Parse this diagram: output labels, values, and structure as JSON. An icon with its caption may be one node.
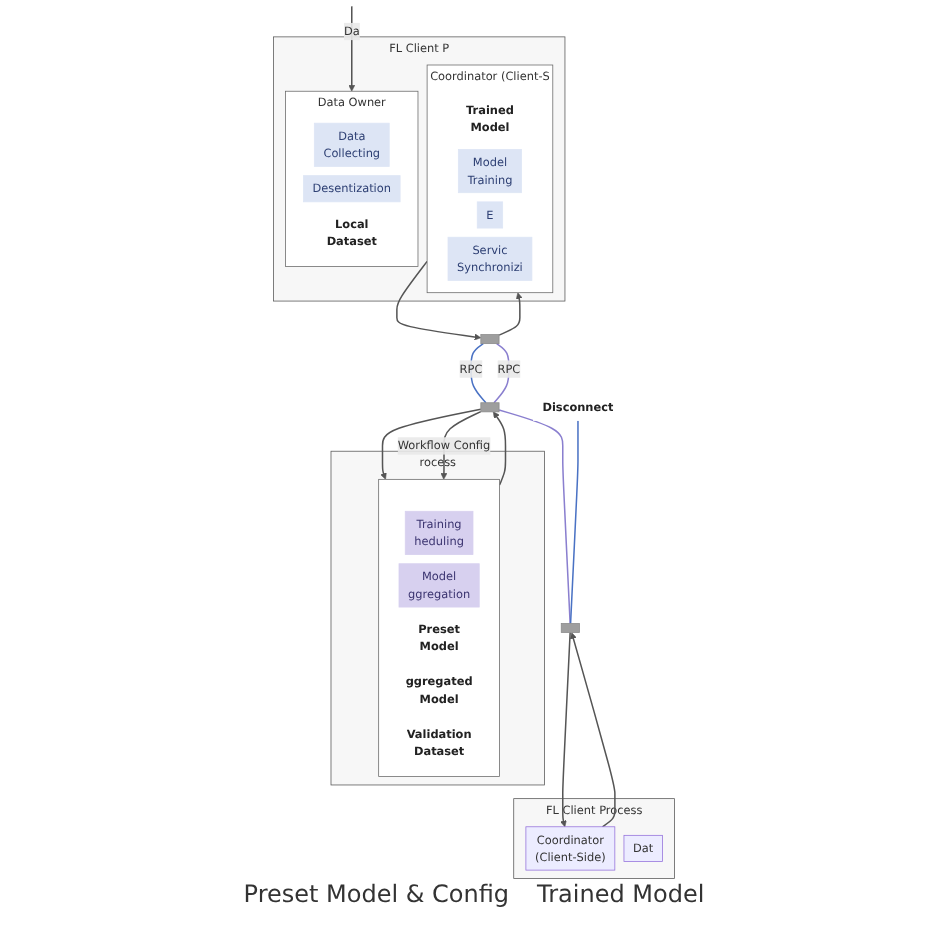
{
  "diagram": {
    "nodes": [
      {
        "text": [
          "rocess"
        ]
      },
      {
        "text": [],
        "shape": "box",
        "in": 0
      },
      {
        "text": [
          "Training heduling"
        ],
        "in": 1
      },
      {
        "text": [
          "Model ggregation"
        ],
        "in": 1
      },
      {
        "text": [
          "Preset Model"
        ],
        "in": 1
      },
      {
        "text": [
          "ggregated Model"
        ],
        "in": 1
      },
      {
        "text": [
          "Validation Dataset"
        ],
        "in": 1
      },
      {
        "text": [],
        "shape": "box"
      },
      {
        "text": [
          "FL Client P"
        ]
      },
      {
        "text": [
          "Coordinator (Client-S"
        ],
        "in": 8
      },
      {
        "text": [
          "Trained Model"
        ],
        "in": 9
      },
      {
        "text": [
          "Model Training"
        ],
        "in": 9
      },
      {
        "text": [
          "E"
        ],
        "in": 9
      },
      {
        "text": [
          "Servic Synchronizi"
        ],
        "in": 9
      },
      {
        "text": [
          "Data Owner"
        ],
        "in": 8
      },
      {
        "text": [
          "Data Collecting"
        ],
        "in": 14
      },
      {
        "text": [
          "Desentization"
        ],
        "in": 14
      },
      {
        "text": [
          "Local Dataset"
        ],
        "in": 14
      },
      {
        "text": [],
        "shape": "box"
      },
      {
        "text": [
          "Disconnect"
        ]
      },
      {
        "text": [
          "FL Client Process"
        ]
      },
      {
        "text": [
          "Coordinator (Client-Side)"
        ],
        "in": 20
      },
      {
        "text": [
          "Dat"
        ],
        "in": 20
      },
      {
        "text": [],
        "shape": "box"
      }
    ],
    "edges": [
      {
        "from": 1,
        "to": 7,
        "arrow": "to"
      },
      {
        "from": 7,
        "to": 18,
        "label": "RPC",
        "arrow": "none",
        "color": "#8a7fcf"
      },
      {
        "from": 18,
        "to": 9,
        "arrow": "to"
      },
      {
        "from": 9,
        "to": 18,
        "arrow": "to"
      },
      {
        "from": 18,
        "to": 7,
        "label": "RPC",
        "arrow": "none",
        "color": "#4a72c4"
      },
      {
        "from": 7,
        "to": 1,
        "arrow": "to"
      },
      {
        "from": 7,
        "to": 1,
        "label": "Workflow Config",
        "arrow": "to"
      },
      {
        "from": 7,
        "to": 23,
        "arrow": "none",
        "color": "#8a7fcf"
      },
      {
        "from": 19,
        "to": 23,
        "arrow": "none",
        "color": "#4a72c4"
      },
      {
        "from": 23,
        "to": 21,
        "arrow": "to"
      },
      {
        "from": 21,
        "to": 23,
        "arrow": "to"
      },
      {
        "from": null,
        "to": 14,
        "label": "Da",
        "arrow": "to"
      }
    ],
    "labels": [
      "Preset Model & Config",
      "Trained Model"
    ]
  }
}
